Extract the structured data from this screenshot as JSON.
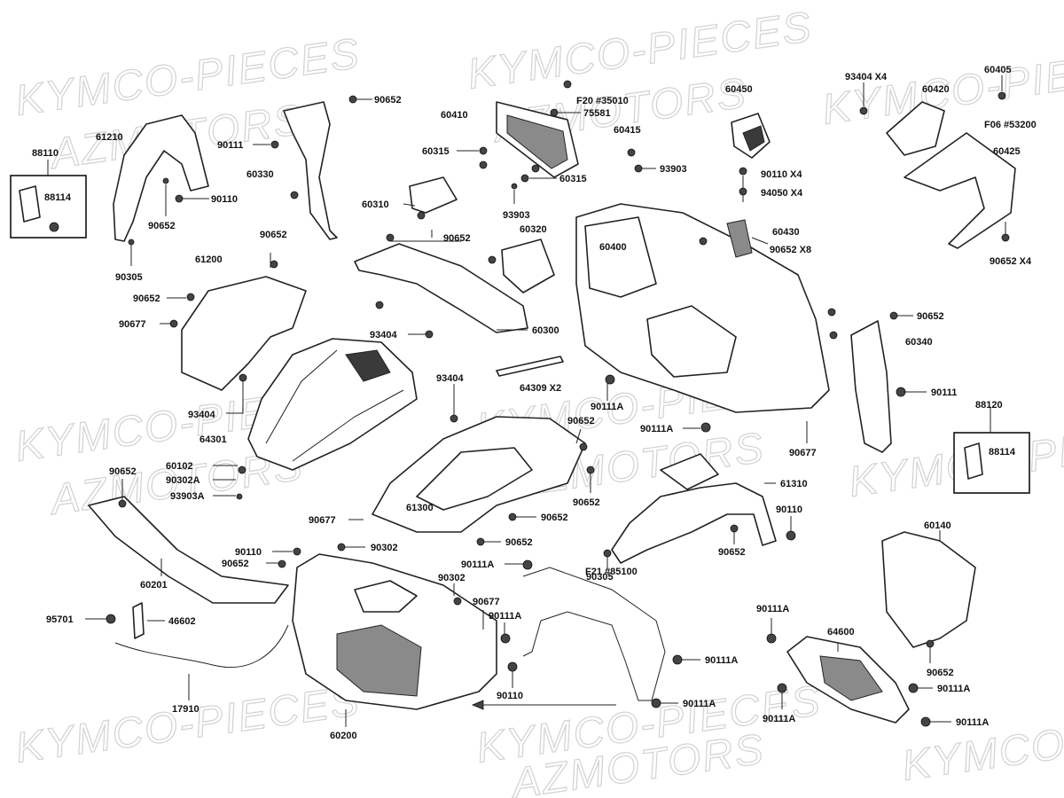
{
  "watermarks": [
    "KYMCO-PIECES",
    "AZMOTORS"
  ],
  "labels": [
    "90652",
    "61210",
    "90111",
    "60330",
    "90110",
    "88110",
    "88114",
    "90652",
    "90305",
    "F20 #35010",
    "60410",
    "75581",
    "60315",
    "60315",
    "60415",
    "93903",
    "93903",
    "60310",
    "60450",
    "90110 X4",
    "94050 X4",
    "93404  X4",
    "60420",
    "60405",
    "F06 #53200",
    "60425",
    "90652  X4",
    "61200",
    "90652",
    "90652",
    "90677",
    "93404",
    "90652",
    "60320",
    "93404",
    "60300",
    "60400",
    "60430",
    "90652  X8",
    "90652",
    "60340",
    "64309 X2",
    "93404",
    "90111A",
    "90111A",
    "90111",
    "88120",
    "88114",
    "90652",
    "64301",
    "90652",
    "60102",
    "90302A",
    "93903A",
    "90677",
    "61300",
    "90652",
    "90652",
    "90652",
    "90677",
    "61310",
    "90110",
    "90652",
    "90305",
    "90110",
    "90652",
    "90302",
    "60201",
    "90111A",
    "90302",
    "90677",
    "90111A",
    "F21 #85100",
    "95701",
    "46602",
    "60140",
    "90111A",
    "64600",
    "90652",
    "90111A",
    "90111A",
    "90110",
    "90111A",
    "17910",
    "60200",
    "90111A",
    "90111A"
  ]
}
